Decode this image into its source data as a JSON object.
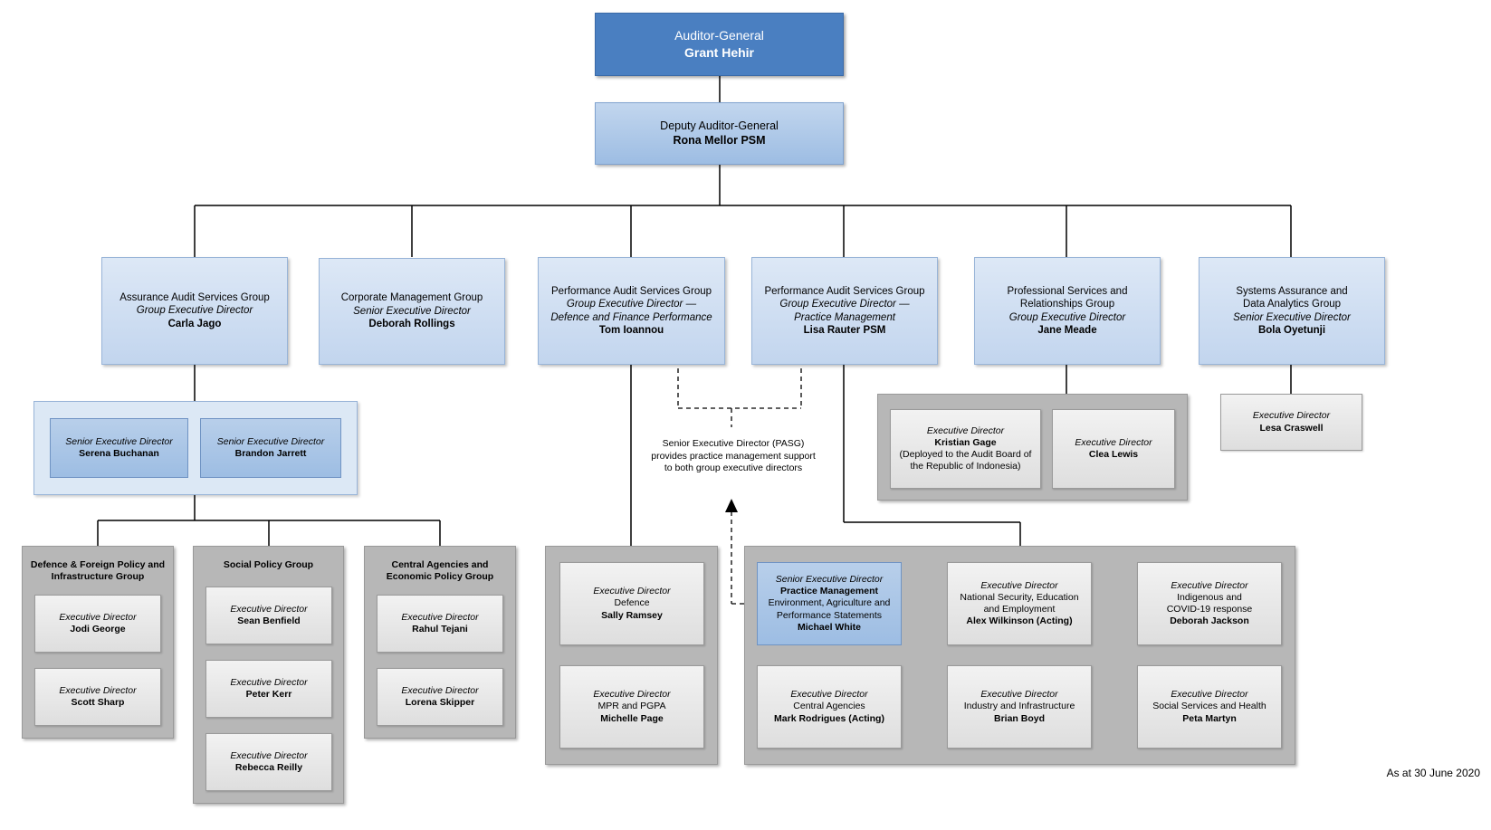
{
  "top": {
    "role": "Auditor-General",
    "name": "Grant Hehir"
  },
  "deputy": {
    "role": "Deputy Auditor-General",
    "name": "Rona Mellor PSM"
  },
  "groups": [
    {
      "lines": [
        "Assurance Audit Services Group"
      ],
      "title": "Group Executive Director",
      "name": "Carla Jago"
    },
    {
      "lines": [
        "Corporate Management Group"
      ],
      "title": "Senior Executive Director",
      "name": "Deborah Rollings"
    },
    {
      "lines": [
        "Performance Audit Services Group"
      ],
      "title_lines": [
        "Group Executive Director —",
        "Defence and Finance Performance"
      ],
      "name": "Tom Ioannou"
    },
    {
      "lines": [
        "Performance Audit Services Group"
      ],
      "title_lines": [
        "Group Executive Director —",
        "Practice Management"
      ],
      "name": "Lisa Rauter PSM"
    },
    {
      "lines": [
        "Professional Services and",
        "Relationships Group"
      ],
      "title": "Group Executive Director",
      "name": "Jane Meade"
    },
    {
      "lines": [
        "Systems Assurance and",
        "Data Analytics Group"
      ],
      "title": "Senior Executive Director",
      "name": "Bola Oyetunji"
    }
  ],
  "assurance_seds": [
    {
      "title": "Senior Executive Director",
      "name": "Serena Buchanan"
    },
    {
      "title": "Senior Executive Director",
      "name": "Brandon Jarrett"
    }
  ],
  "assurance_subgroups": [
    {
      "title_lines": [
        "Defence & Foreign Policy and",
        "Infrastructure Group"
      ],
      "eds": [
        {
          "title": "Executive Director",
          "name": "Jodi George"
        },
        {
          "title": "Executive Director",
          "name": "Scott Sharp"
        }
      ]
    },
    {
      "title_lines": [
        "Social Policy Group"
      ],
      "eds": [
        {
          "title": "Executive Director",
          "name": "Sean Benfield"
        },
        {
          "title": "Executive Director",
          "name": "Peter Kerr"
        },
        {
          "title": "Executive Director",
          "name": "Rebecca Reilly"
        }
      ]
    },
    {
      "title_lines": [
        "Central Agencies and",
        "Economic Policy Group"
      ],
      "eds": [
        {
          "title": "Executive Director",
          "name": "Rahul Tejani"
        },
        {
          "title": "Executive Director",
          "name": "Lorena Skipper"
        }
      ]
    }
  ],
  "defence_eds": [
    {
      "title": "Executive Director",
      "area": "Defence",
      "name": "Sally Ramsey"
    },
    {
      "title": "Executive Director",
      "area": "MPR and PGPA",
      "name": "Michelle Page"
    }
  ],
  "practice_eds": [
    {
      "title": "Senior Executive Director",
      "name_lines": [
        "Practice Management"
      ],
      "area_lines": [
        "Environment, Agriculture and",
        "Performance Statements"
      ],
      "name": "Michael White"
    },
    {
      "title": "Executive Director",
      "area_lines": [
        "National Security, Education",
        "and Employment"
      ],
      "name": "Alex Wilkinson (Acting)"
    },
    {
      "title": "Executive Director",
      "area_lines": [
        "Indigenous and",
        "COVID-19 response"
      ],
      "name": "Deborah Jackson"
    },
    {
      "title": "Executive Director",
      "area_lines": [
        "Central Agencies"
      ],
      "name": "Mark Rodrigues (Acting)"
    },
    {
      "title": "Executive Director",
      "area_lines": [
        "Industry and Infrastructure"
      ],
      "name": "Brian Boyd"
    },
    {
      "title": "Executive Director",
      "area_lines": [
        "Social Services and Health"
      ],
      "name": "Peta Martyn"
    }
  ],
  "professional_eds": [
    {
      "title": "Executive Director",
      "name": "Kristian Gage",
      "note_lines": [
        "(Deployed to the Audit Board of",
        "the Republic of Indonesia)"
      ]
    },
    {
      "title": "Executive Director",
      "name": "Clea Lewis"
    }
  ],
  "systems_eds": [
    {
      "title": "Executive Director",
      "name": "Lesa Craswell"
    }
  ],
  "pasg_note": [
    "Senior Executive Director (PASG)",
    "provides practice management support",
    "to both group executive directors"
  ],
  "as_at": "As at 30 June 2020"
}
